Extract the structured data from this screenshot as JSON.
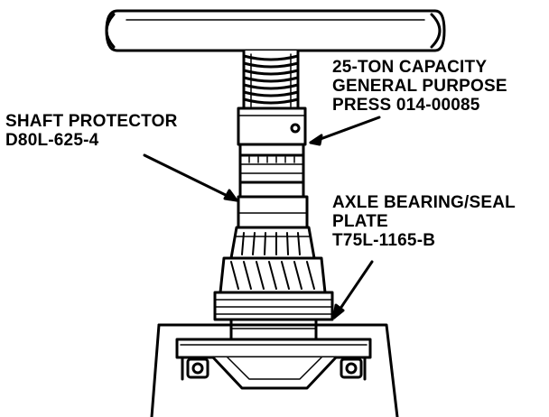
{
  "labels": {
    "press": [
      "25-TON CAPACITY",
      "GENERAL PURPOSE",
      "PRESS 014-00085"
    ],
    "shaft_protector": [
      "SHAFT PROTECTOR",
      "D80L-625-4"
    ],
    "seal_plate": [
      "AXLE BEARING/SEAL",
      "PLATE",
      "T75L-1165-B"
    ]
  },
  "colors": {
    "ink": "#000000",
    "paper": "#ffffff"
  }
}
